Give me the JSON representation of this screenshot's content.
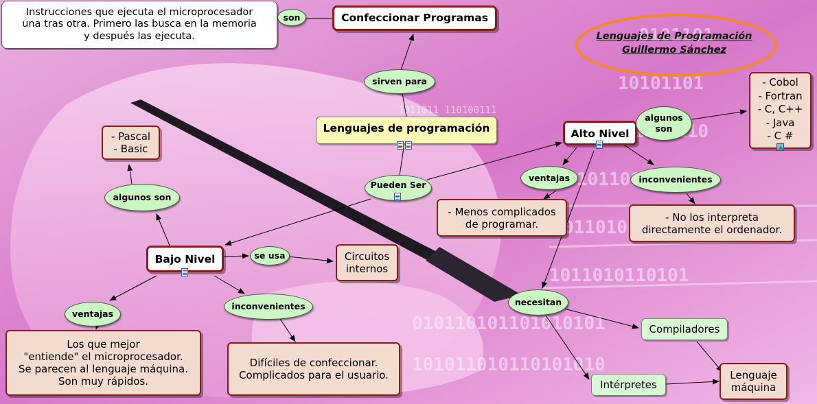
{
  "title": {
    "line1": "Lenguajes de Programación",
    "line2": "Guillermo Sánchez"
  },
  "concepts": {
    "instrucciones": "Instrucciones que ejecuta el microprocesador\nuna tras otra. Primero las busca en la memoria\ny después las ejecuta.",
    "confeccionar": "Confeccionar Programas",
    "lenguajes": "Lenguajes de programación",
    "alto_nivel": "Alto Nivel",
    "bajo_nivel": "Bajo Nivel",
    "alto_ejemplos": "- Cobol\n- Fortran\n- C, C++\n- Java\n- C #",
    "bajo_ejemplos": "- Pascal\n- Basic",
    "alto_ventajas": "- Menos complicados\nde programar.",
    "alto_inconv": "- No los interpreta\ndirectamente el ordenador.",
    "circuitos": "Circuitos\ninternos",
    "bajo_ventajas": "Los que mejor\n\"entiende\" el microprocesador.\nSe parecen al lenguaje máquina.\nSon muy rápidos.",
    "bajo_inconv": "Difíciles de confeccionar.\nComplicados para el usuario.",
    "compiladores": "Compiladores",
    "interpretes": "Intérpretes",
    "lenguaje_maquina": "Lenguaje\nmáquina"
  },
  "links": {
    "son": "son",
    "sirven_para": "sirven para",
    "pueden_ser": "Pueden Ser",
    "algunos_son_alto": "algunos\nson",
    "ventajas_alto": "ventajas",
    "inconvenientes_alto": "inconvenientes",
    "algunos_son_bajo": "algunos son",
    "se_usa": "se usa",
    "ventajas_bajo": "ventajas",
    "inconvenientes_bajo": "inconvenientes",
    "necesitan": "necesitan"
  },
  "colors": {
    "background": "#e79ad7",
    "node_border": "#8b1a1a",
    "link_label_fill": "#ccf7c4",
    "title_ellipse": "#f28c1e"
  }
}
